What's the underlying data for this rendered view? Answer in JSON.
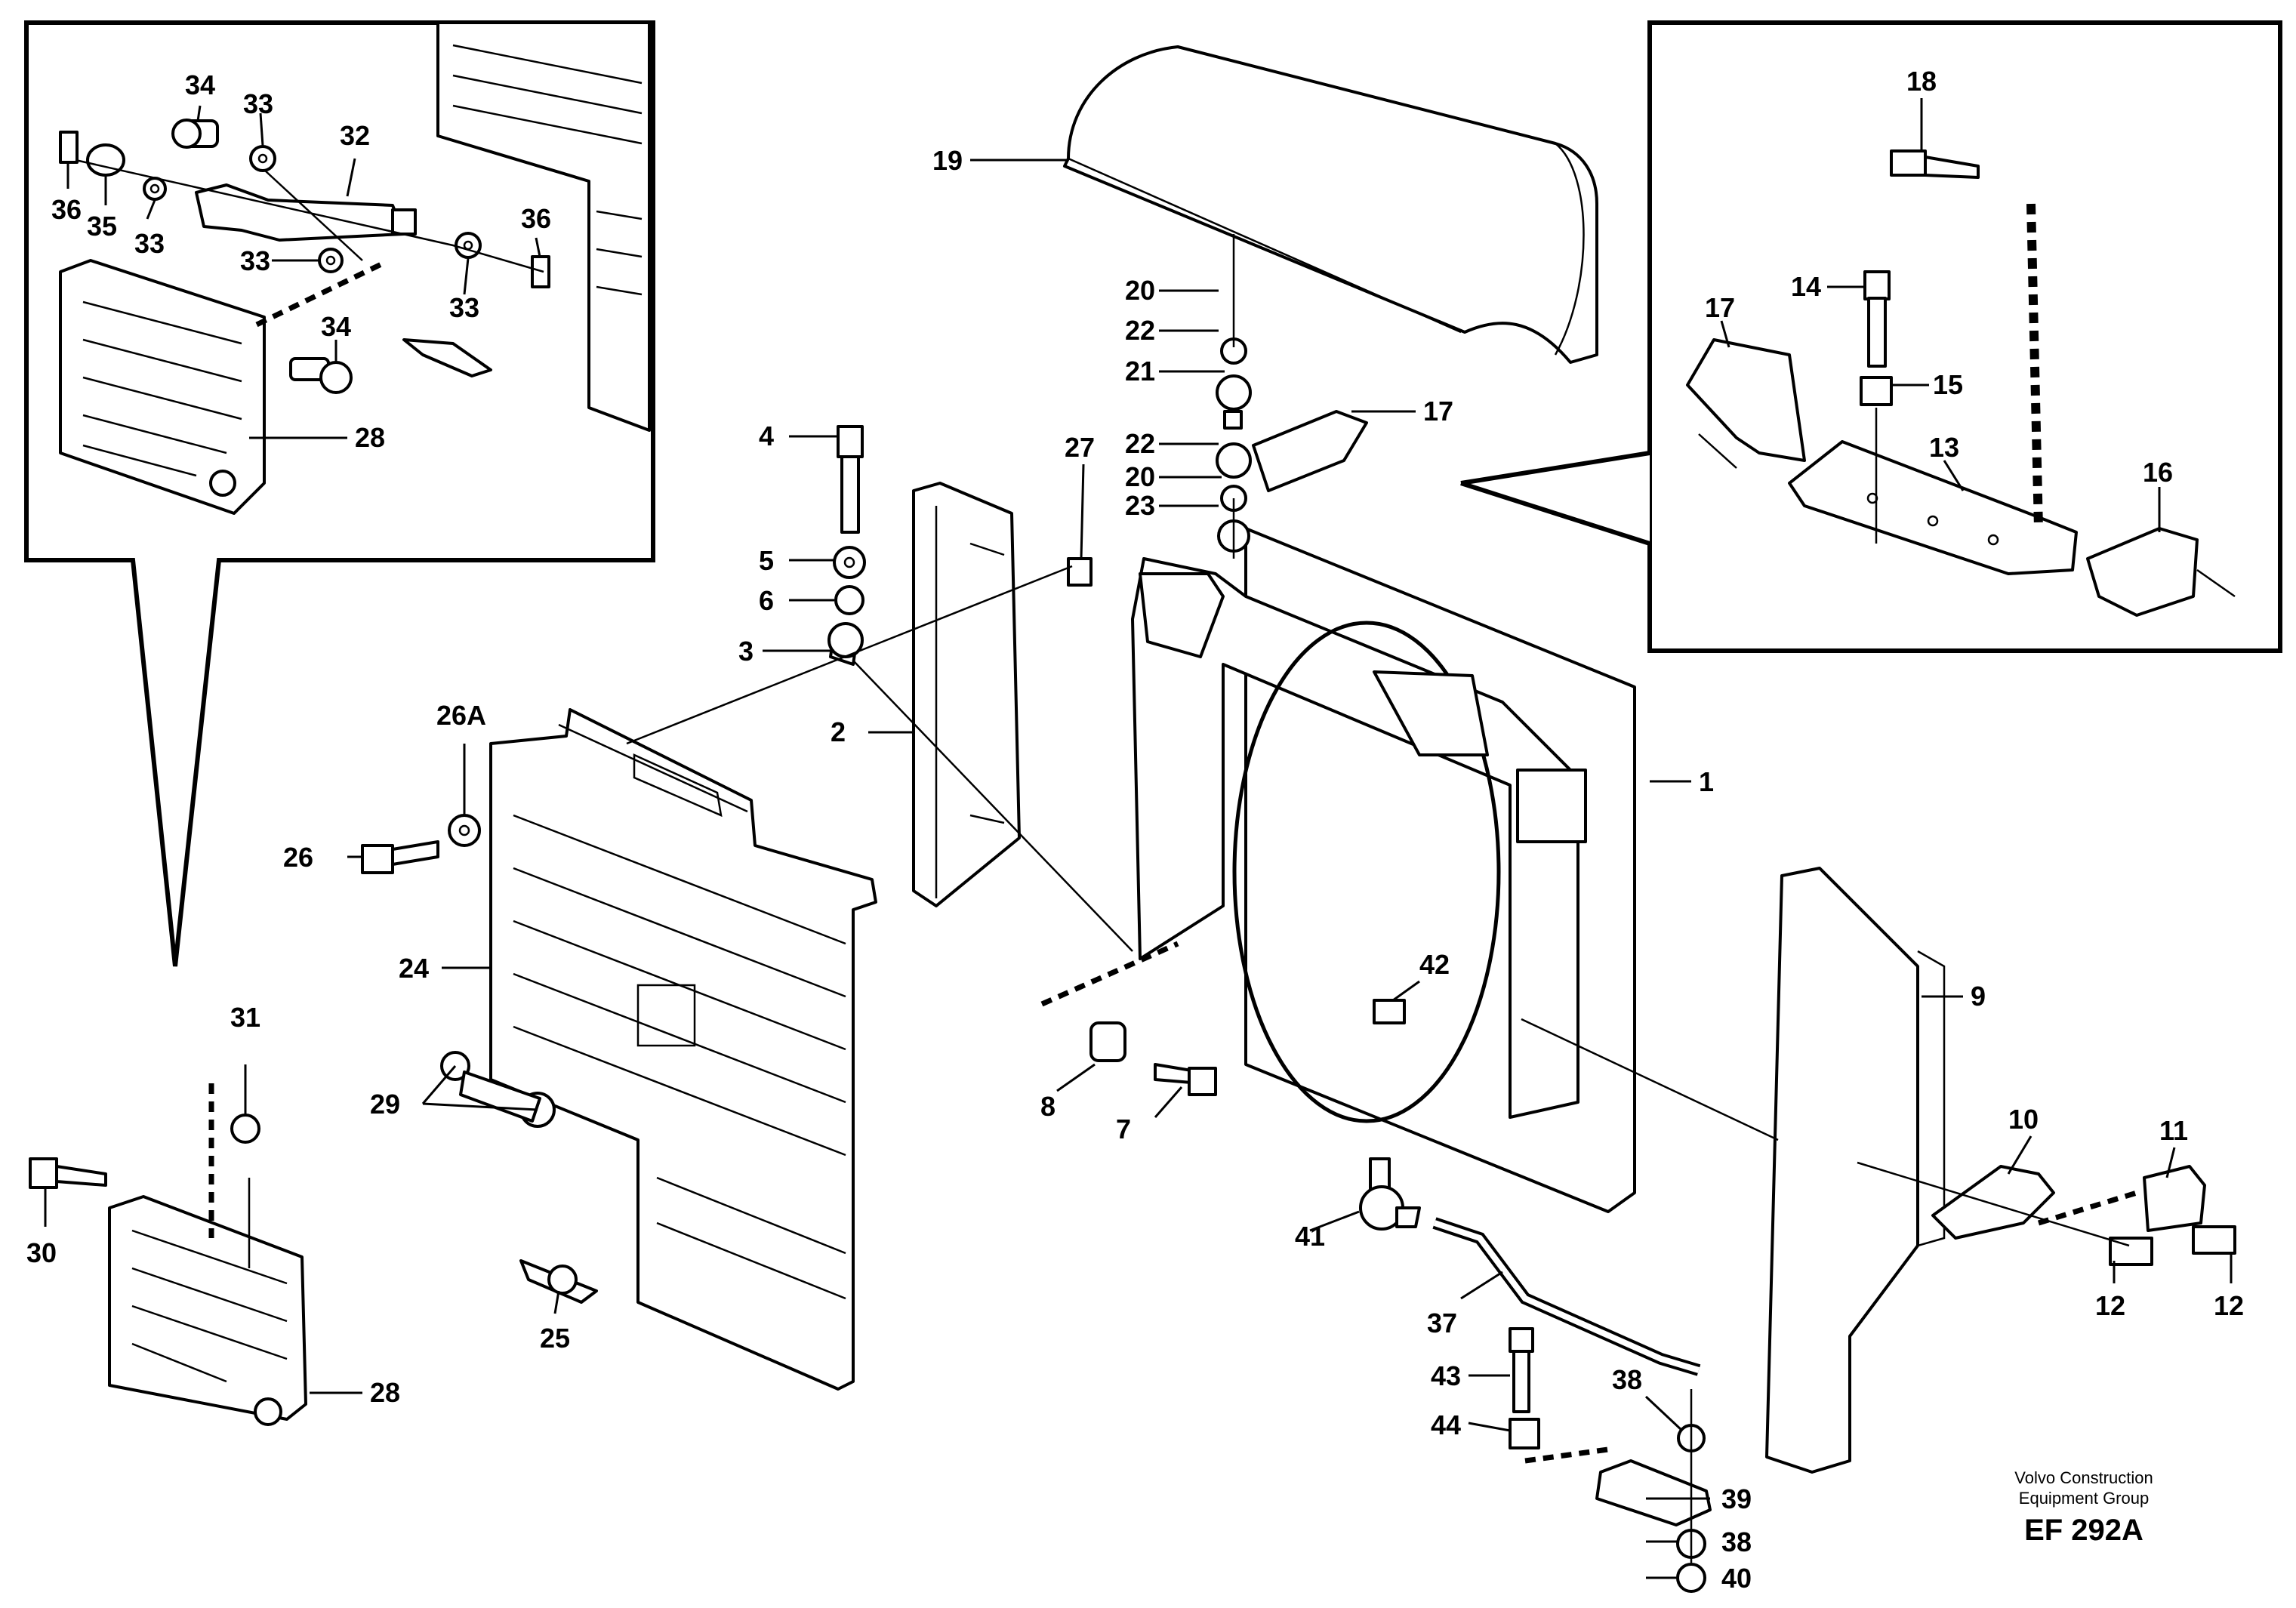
{
  "labels": {
    "l1": "1",
    "l2": "2",
    "l3": "3",
    "l4": "4",
    "l5": "5",
    "l6": "6",
    "l7": "7",
    "l8": "8",
    "l9": "9",
    "l10": "10",
    "l11": "11",
    "l12a": "12",
    "l12b": "12",
    "l13": "13",
    "l14": "14",
    "l15": "15",
    "l16": "16",
    "l17a": "17",
    "l17b": "17",
    "l18": "18",
    "l19": "19",
    "l20a": "20",
    "l20b": "20",
    "l21": "21",
    "l22a": "22",
    "l22b": "22",
    "l23": "23",
    "l24": "24",
    "l25": "25",
    "l26": "26",
    "l26A": "26A",
    "l27": "27",
    "l28a": "28",
    "l28b": "28",
    "l29": "29",
    "l30": "30",
    "l31": "31",
    "l32": "32",
    "l33a": "33",
    "l33b": "33",
    "l33c": "33",
    "l33d": "33",
    "l34a": "34",
    "l34b": "34",
    "l35": "35",
    "l36a": "36",
    "l36b": "36",
    "l37": "37",
    "l38a": "38",
    "l38b": "38",
    "l39": "39",
    "l40": "40",
    "l41": "41",
    "l42": "42",
    "l43": "43",
    "l44": "44"
  },
  "credit": {
    "line1": "Volvo Construction",
    "line2": "Equipment Group",
    "code": "EF 292A"
  }
}
